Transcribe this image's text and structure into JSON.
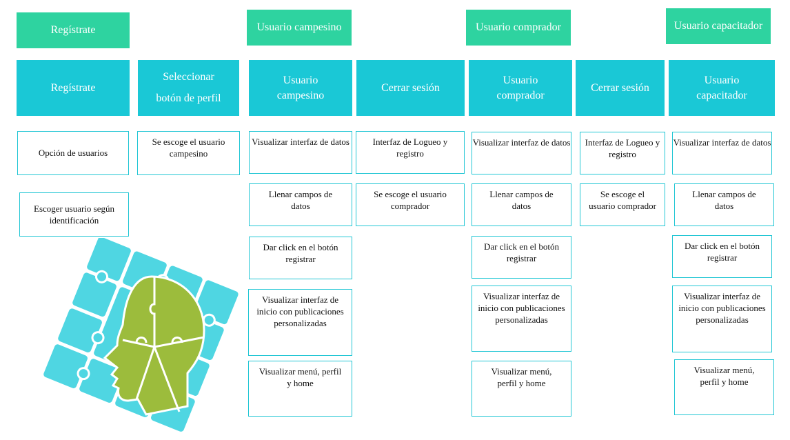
{
  "top_headers": {
    "registrate": "Regístrate",
    "campesino": "Usuario campesino",
    "comprador": "Usuario comprador",
    "capacitador": "Usuario capacitador"
  },
  "steps": {
    "registrate": "Regístrate",
    "seleccionar": "Seleccionar botón de perfil",
    "campesino": "Usuario campesino",
    "cerrar1": "Cerrar sesión",
    "comprador": "Usuario comprador",
    "cerrar2": "Cerrar sesión",
    "capacitador": "Usuario capacitador"
  },
  "col_registrate": {
    "opcion": "Opción de usuarios",
    "escoger": "Escoger usuario según identificación"
  },
  "col_seleccionar": {
    "escoge": "Se escoge el usuario campesino"
  },
  "col_campesino": {
    "interfaz_datos": "Visualizar interfaz de datos",
    "llenar": "Llenar campos de datos",
    "click": "Dar click en el botón registrar",
    "inicio": "Visualizar interfaz de inicio con publicaciones personalizadas",
    "menu": "Visualizar menú, perfil y home"
  },
  "col_cerrar1": {
    "logueo": "Interfaz de Logueo y registro",
    "escoge": "Se escoge el usuario comprador"
  },
  "col_comprador": {
    "interfaz_datos": "Visualizar interfaz de datos",
    "llenar": "Llenar campos de datos",
    "click": "Dar click en el botón registrar",
    "inicio": "Visualizar interfaz de inicio con publicaciones personalizadas",
    "menu": "Visualizar menú, perfil y home"
  },
  "col_cerrar2": {
    "logueo": "Interfaz de Logueo y registro",
    "escoge": "Se escoge el usuario comprador"
  },
  "col_capacitador": {
    "interfaz_datos": "Visualizar interfaz de datos",
    "llenar": "Llenar campos de datos",
    "click": "Dar click en el botón registrar",
    "inicio": "Visualizar interfaz de inicio con publicaciones personalizadas",
    "menu": "Visualizar menú, perfil y home"
  },
  "colors": {
    "header_green": "#2ed3a0",
    "step_cyan": "#1ac8d6",
    "outline": "#20c6d4",
    "puzzle_cyan": "#4fd6e2",
    "head_green": "#9cbc3c"
  },
  "illustration": "puzzle-head-icon"
}
